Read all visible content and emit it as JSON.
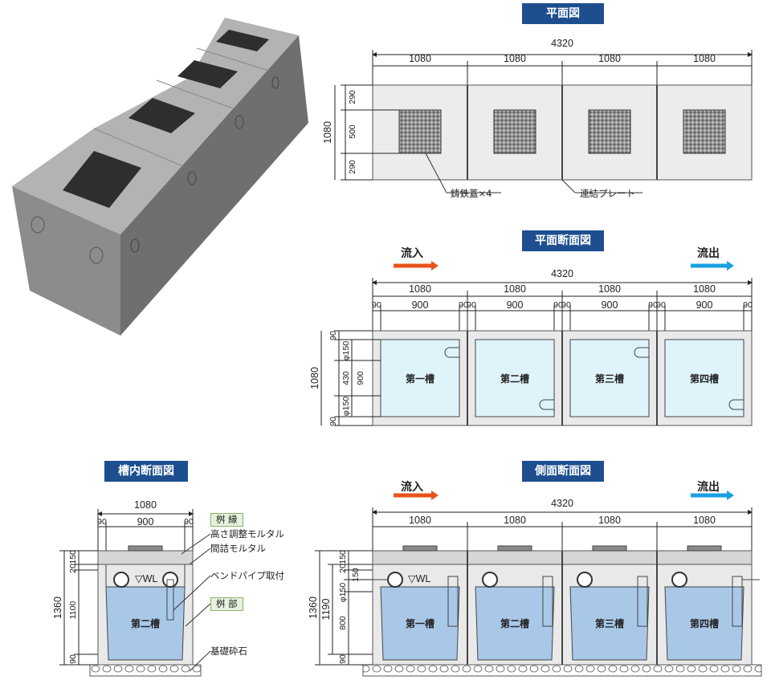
{
  "titles": {
    "plan": "平面図",
    "plan_section": "平面断面図",
    "inner_section": "槽内断面図",
    "side_section": "側面断面図"
  },
  "flow": {
    "in": "流入",
    "out": "流出",
    "in_color": "#e8531a",
    "out_color": "#1aa0e0"
  },
  "plan": {
    "total": "4320",
    "unit_widths": [
      "1080",
      "1080",
      "1080",
      "1080"
    ],
    "height": "1080",
    "side_dims": [
      "290",
      "500",
      "290"
    ],
    "callout_cover": "鋳鉄蓋×4",
    "callout_plate": "連結プレート"
  },
  "plan_section": {
    "total": "4320",
    "unit_widths": [
      "1080",
      "1080",
      "1080",
      "1080"
    ],
    "sub_dims": [
      "90",
      "900",
      "90",
      "90",
      "900",
      "90",
      "90",
      "900",
      "90",
      "90",
      "900",
      "90"
    ],
    "height": "1080",
    "side_dims": [
      "90",
      "φ150",
      "430",
      "900",
      "φ150",
      "90"
    ],
    "tanks": [
      "第一槽",
      "第二槽",
      "第三槽",
      "第四槽"
    ]
  },
  "inner_section": {
    "width": "1080",
    "sub_dims": [
      "90",
      "900",
      "90"
    ],
    "height": "1360",
    "side_dims": [
      "150",
      "20",
      "1100",
      "90"
    ],
    "wl": "▽WL",
    "tank": "第二槽",
    "tag_rim": "桝 縁",
    "tag_body": "桝 部",
    "callout_adj": "高さ調整モルタル",
    "callout_fill": "間詰モルタル",
    "callout_bend": "ベンドパイプ取付",
    "callout_base": "基礎砕石"
  },
  "side_section": {
    "total": "4320",
    "unit_widths": [
      "1080",
      "1080",
      "1080",
      "1080"
    ],
    "height": "1360",
    "mid": "1190",
    "side_dims": [
      "150",
      "20",
      "150",
      "φ150",
      "800",
      "90"
    ],
    "wl": "▽WL",
    "tanks": [
      "第一槽",
      "第二槽",
      "第三槽",
      "第四槽"
    ]
  },
  "colors": {
    "title_bg": "#1d4f8f",
    "water_plan": "#dff3fb",
    "water_side": "#a9c8e8",
    "concrete": "#e9e9e9",
    "cover": "#8a8a8a"
  }
}
